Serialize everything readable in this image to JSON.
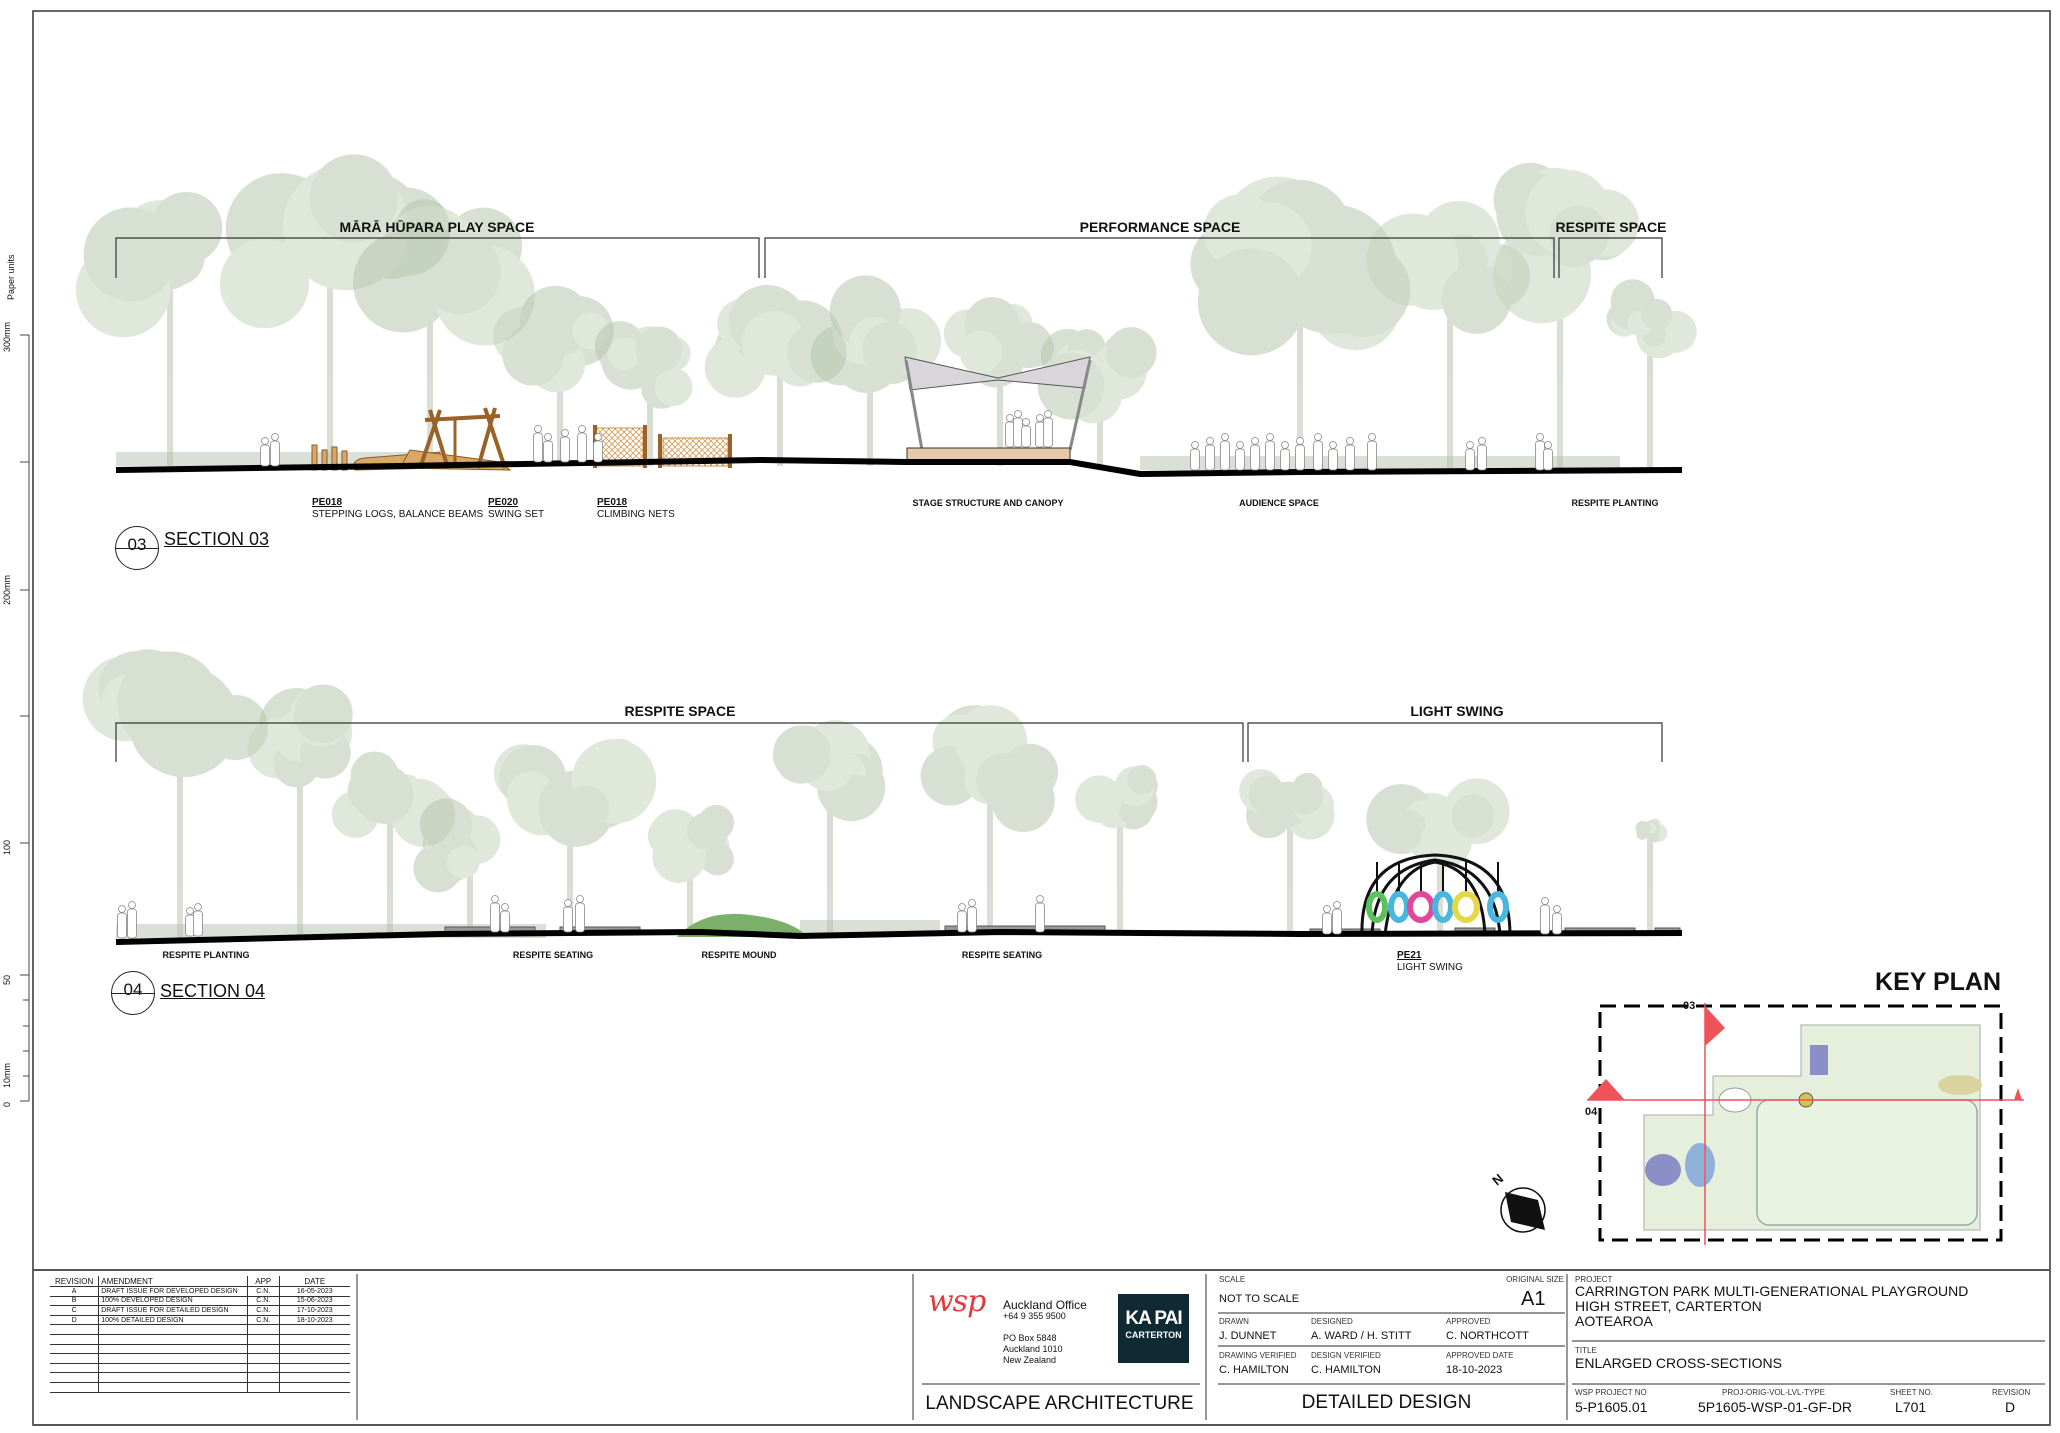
{
  "scale_bar": {
    "units_label": "Paper units",
    "ticks": [
      "300mm",
      "200mm",
      "100",
      "50",
      "10mm",
      "0"
    ]
  },
  "section_03": {
    "number": "03",
    "title": "SECTION 03",
    "zones": [
      "MĀRĀ HŪPARA PLAY SPACE",
      "PERFORMANCE SPACE",
      "RESPITE SPACE"
    ],
    "items": [
      {
        "code": "PE018",
        "label": "STEPPING LOGS, BALANCE BEAMS"
      },
      {
        "code": "PE020",
        "label": "SWING SET"
      },
      {
        "code": "PE018",
        "label": "CLIMBING NETS"
      }
    ],
    "labels": [
      "STAGE STRUCTURE AND CANOPY",
      "AUDIENCE SPACE",
      "RESPITE PLANTING"
    ]
  },
  "section_04": {
    "number": "04",
    "title": "SECTION 04",
    "zones": [
      "RESPITE SPACE",
      "LIGHT SWING"
    ],
    "labels": [
      "RESPITE PLANTING",
      "RESPITE SEATING",
      "RESPITE MOUND",
      "RESPITE SEATING"
    ],
    "item": {
      "code": "PE21",
      "label": "LIGHT SWING"
    },
    "swing_colors": [
      "#5cc05c",
      "#49b6e0",
      "#e0489a",
      "#49b6e0",
      "#e6d64a",
      "#49b6e0"
    ]
  },
  "key_plan": {
    "title": "KEY PLAN",
    "section_markers": [
      "03",
      "04"
    ],
    "marker_color": "#f0525a"
  },
  "north_arrow": {
    "label": "N"
  },
  "revisions": {
    "headers": [
      "REVISION",
      "AMENDMENT",
      "APP",
      "DATE"
    ],
    "rows": [
      [
        "A",
        "DRAFT ISSUE FOR DEVELOPED DESIGN",
        "C.N.",
        "16-05-2023"
      ],
      [
        "B",
        "100% DEVELOPED DESIGN",
        "C.N.",
        "15-06-2023"
      ],
      [
        "C",
        "DRAFT ISSUE FOR DETAILED DESIGN",
        "C.N.",
        "17-10-2023"
      ],
      [
        "D",
        "100% DETAILED DESIGN",
        "C.N.",
        "18-10-2023"
      ]
    ]
  },
  "office": {
    "logo": "wsp",
    "name": "Auckland Office",
    "phone": "+64 9 355 9500",
    "address": [
      "PO Box 5848",
      "Auckland 1010",
      "New Zealand"
    ],
    "partner_logo": [
      "KA PAI",
      "CARTERTON"
    ],
    "discipline": "LANDSCAPE ARCHITECTURE",
    "brand_color": "#e03a3e"
  },
  "approval": {
    "scale_label": "SCALE",
    "scale": "NOT TO SCALE",
    "size_label": "ORIGINAL SIZE",
    "size": "A1",
    "drawn_label": "DRAWN",
    "drawn": "J. DUNNET",
    "designed_label": "DESIGNED",
    "designed": "A. WARD / H. STITT",
    "approved_label": "APPROVED",
    "approved": "C. NORTHCOTT",
    "dv_label": "DRAWING VERIFIED",
    "dv": "C. HAMILTON",
    "desv_label": "DESIGN VERIFIED",
    "desv": "C. HAMILTON",
    "ad_label": "APPROVED DATE",
    "ad": "18-10-2023",
    "stage": "DETAILED DESIGN"
  },
  "project": {
    "label": "PROJECT",
    "lines": [
      "CARRINGTON PARK MULTI-GENERATIONAL PLAYGROUND",
      "HIGH STREET, CARTERTON",
      "AOTEAROA"
    ],
    "title_label": "TITLE",
    "title": "ENLARGED CROSS-SECTIONS",
    "wsp_no_label": "WSP PROJECT NO",
    "wsp_no": "5-P1605.01",
    "code_label": "PROJ-ORIG-VOL-LVL-TYPE",
    "code": "5P1605-WSP-01-GF-DR",
    "sheet_label": "SHEET NO.",
    "sheet": "L701",
    "rev_label": "REVISION",
    "rev": "D"
  }
}
